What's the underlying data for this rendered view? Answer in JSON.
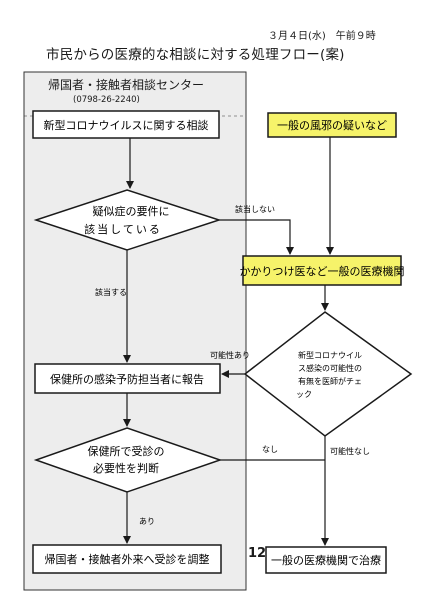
{
  "header": {
    "date": "３月４日(水)　午前９時",
    "title": "市民からの医療的な相談に対する処理フロー(案)"
  },
  "consult_center": {
    "name": "帰国者・接触者相談センター",
    "phone": "(0798-26-2240)"
  },
  "nodes": {
    "corona_consult": "新型コロナウイルスに関する相談",
    "cold_suspect": "一般の風邪の疑いなど",
    "suspect_criteria_line1": "疑似症の要件に",
    "suspect_criteria_line2": "該当している",
    "family_doctor": "かかりつけ医など一般の医療機関",
    "health_center_report": "保健所の感染予防担当者に報告",
    "doctor_check_line1": "新型コロナウイル",
    "doctor_check_line2": "ス感染の可能性の",
    "doctor_check_line3": "有無を医師がチェ",
    "doctor_check_line4": "ック",
    "necessity_line1": "保健所で受診の",
    "necessity_line2": "必要性を判断",
    "outpatient": "帰国者・接触者外来へ受診を調整",
    "general_treatment": "一般の医療機関で治療"
  },
  "edge_labels": {
    "not_applicable": "該当しない",
    "applicable": "該当する",
    "possible": "可能性あり",
    "no_possibility": "可能性なし",
    "none": "なし",
    "yes": "あり"
  },
  "page_number": "12",
  "colors": {
    "highlight": "#f6f36a",
    "shade": "#ededed",
    "line": "#1a1a1a"
  }
}
